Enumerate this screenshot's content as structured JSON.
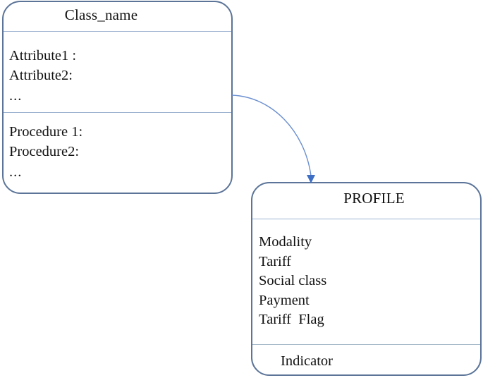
{
  "diagram": {
    "type": "uml-class-diagram",
    "background_color": "#ffffff",
    "border_color": "#5b7498",
    "divider_color": "#9db2d0",
    "connector_color": "#5b7fc0",
    "text_color": "#111111"
  },
  "class_box": {
    "title": "Class_name",
    "attributes": [
      "Attribute1 :",
      "Attribute2:",
      "..."
    ],
    "procedures": [
      "Procedure 1:",
      "Procedure2:",
      "..."
    ]
  },
  "profile_box": {
    "title": "PROFILE",
    "attributes": [
      "Modality",
      "Tariff",
      "Social class",
      "Payment",
      "Tariff  Flag"
    ],
    "footer": [
      "Indicator"
    ]
  },
  "connector": {
    "name": "association-arrow",
    "from": "class_box",
    "to": "profile_box",
    "style": "curved",
    "arrowhead": "filled-triangle"
  }
}
